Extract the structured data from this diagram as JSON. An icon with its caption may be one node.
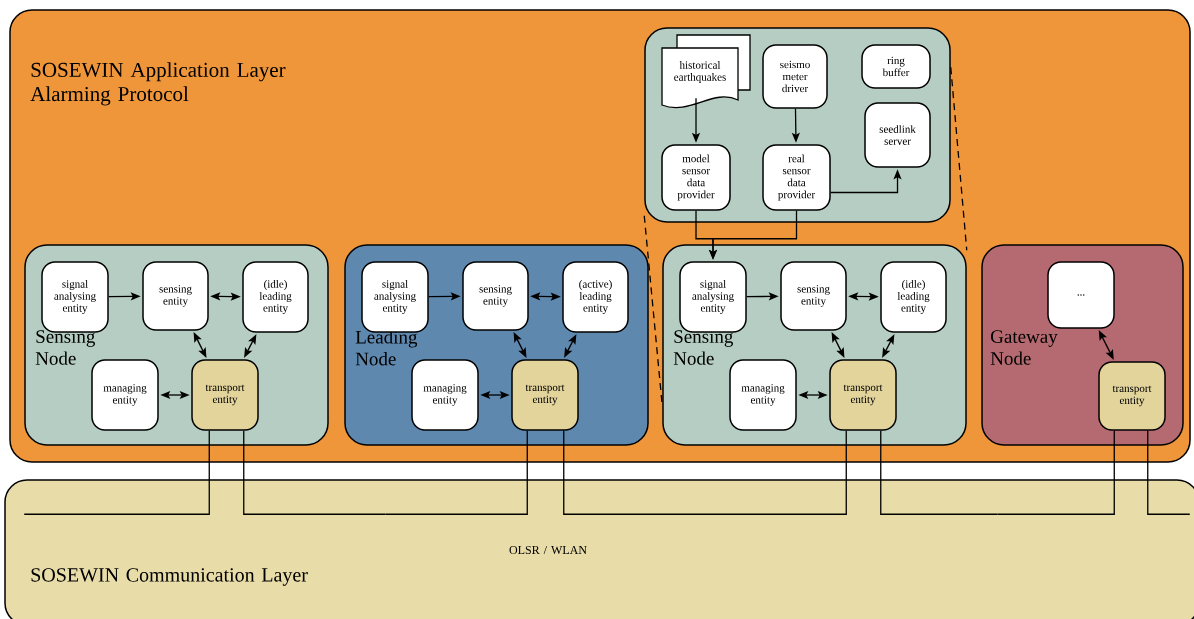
{
  "diagram": {
    "nodes": [
      {
        "text": [
          "SOSEWIN Application Layer Alarming Protocol"
        ]
      },
      {
        "text": [
          "Sensing Node"
        ],
        "in": 0
      },
      {
        "text": [
          "signal analysing entity"
        ],
        "in": 1
      },
      {
        "text": [
          "sensing entity"
        ],
        "in": 1
      },
      {
        "text": [
          "(idle) leading entity"
        ],
        "in": 1
      },
      {
        "text": [
          "managing entity"
        ],
        "in": 1
      },
      {
        "text": [
          "transport entity"
        ],
        "in": 1
      },
      {
        "text": [
          "Leading Node"
        ],
        "in": 0
      },
      {
        "text": [
          "signal analysing entity"
        ],
        "in": 7
      },
      {
        "text": [
          "sensing entity"
        ],
        "in": 7
      },
      {
        "text": [
          "(active) leading entity"
        ],
        "in": 7
      },
      {
        "text": [
          "managing entity"
        ],
        "in": 7
      },
      {
        "text": [
          "transport entity"
        ],
        "in": 7
      },
      {
        "text": [],
        "shape": "box",
        "in": 0
      },
      {
        "text": [
          "historical earthquakes"
        ],
        "in": 13
      },
      {
        "text": [
          "seismo meter driver"
        ],
        "in": 13
      },
      {
        "text": [
          "ring buffer"
        ],
        "in": 13
      },
      {
        "text": [
          "seedlink server"
        ],
        "in": 13
      },
      {
        "text": [
          "model sensor data provider"
        ],
        "in": 13
      },
      {
        "text": [
          "real sensor data provider"
        ],
        "in": 13
      },
      {
        "text": [
          "Sensing Node"
        ],
        "in": 0
      },
      {
        "text": [
          "signal analysing entity"
        ],
        "in": 20
      },
      {
        "text": [
          "sensing entity"
        ],
        "in": 20
      },
      {
        "text": [
          "(idle) leading entity"
        ],
        "in": 20
      },
      {
        "text": [
          "managing entity"
        ],
        "in": 20
      },
      {
        "text": [
          "transport entity"
        ],
        "in": 20
      },
      {
        "text": [
          "Gateway Node"
        ],
        "in": 0
      },
      {
        "text": [
          "..."
        ],
        "in": 26
      },
      {
        "text": [
          "transport entity"
        ],
        "in": 26
      },
      {
        "text": [
          "OLSR / WLAN",
          "SOSEWIN Communication Layer"
        ]
      }
    ],
    "edges": [
      {
        "from": 2,
        "to": 3,
        "arrow": "to"
      },
      {
        "from": 3,
        "to": 4,
        "arrow": "both"
      },
      {
        "from": 3,
        "to": 6,
        "arrow": "both"
      },
      {
        "from": 4,
        "to": 6,
        "arrow": "both"
      },
      {
        "from": 5,
        "to": 6,
        "arrow": "both"
      },
      {
        "from": 8,
        "to": 9,
        "arrow": "to"
      },
      {
        "from": 9,
        "to": 10,
        "arrow": "both"
      },
      {
        "from": 9,
        "to": 12,
        "arrow": "both"
      },
      {
        "from": 10,
        "to": 12,
        "arrow": "both"
      },
      {
        "from": 11,
        "to": 12,
        "arrow": "both"
      },
      {
        "from": 21,
        "to": 22,
        "arrow": "to"
      },
      {
        "from": 22,
        "to": 23,
        "arrow": "both"
      },
      {
        "from": 22,
        "to": 25,
        "arrow": "both"
      },
      {
        "from": 23,
        "to": 25,
        "arrow": "both"
      },
      {
        "from": 24,
        "to": 25,
        "arrow": "both"
      },
      {
        "from": 14,
        "to": 18,
        "arrow": "to"
      },
      {
        "from": 15,
        "to": 19,
        "arrow": "to"
      },
      {
        "from": 19,
        "to": 17,
        "arrow": "to"
      },
      {
        "from": 18,
        "to": 21,
        "arrow": "to"
      },
      {
        "from": 19,
        "to": 21,
        "arrow": "to"
      },
      {
        "from": 13,
        "to": 20,
        "arrow": "none",
        "style": "dashed"
      },
      {
        "from": 13,
        "to": 20,
        "arrow": "none",
        "style": "dashed"
      },
      {
        "from": 27,
        "to": 28,
        "arrow": "both"
      },
      {
        "from": 29,
        "to": 6,
        "arrow": "none"
      },
      {
        "from": 6,
        "to": 29,
        "arrow": "none"
      },
      {
        "from": 29,
        "to": 12,
        "arrow": "none"
      },
      {
        "from": 12,
        "to": 29,
        "arrow": "none"
      },
      {
        "from": 29,
        "to": 25,
        "arrow": "none"
      },
      {
        "from": 25,
        "to": 29,
        "arrow": "none"
      },
      {
        "from": 29,
        "to": 28,
        "arrow": "none"
      },
      {
        "from": 28,
        "to": 29,
        "arrow": "none"
      }
    ]
  }
}
